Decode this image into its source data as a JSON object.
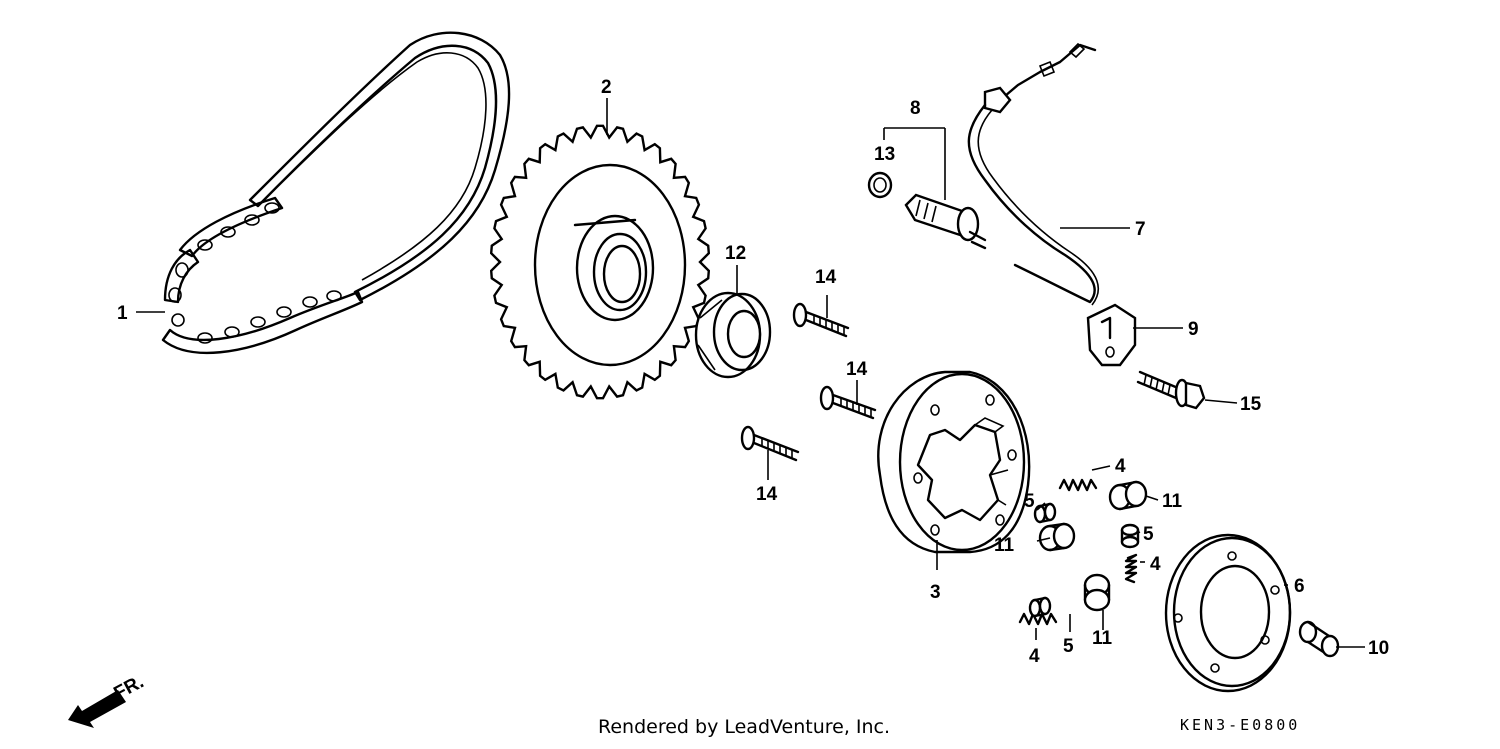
{
  "callouts": {
    "c1": "1",
    "c2": "2",
    "c3": "3",
    "c4a": "4",
    "c4b": "4",
    "c4c": "4",
    "c5a": "5",
    "c5b": "5",
    "c5c": "5",
    "c6": "6",
    "c7": "7",
    "c8": "8",
    "c9": "9",
    "c10": "10",
    "c11a": "11",
    "c11b": "11",
    "c11c": "11",
    "c12": "12",
    "c13": "13",
    "c14a": "14",
    "c14b": "14",
    "c14c": "14",
    "c15": "15"
  },
  "direction_label": "FR.",
  "footer": {
    "rendered_by": "Rendered by LeadVenture, Inc.",
    "diagram_code": "KEN3-E0800"
  }
}
